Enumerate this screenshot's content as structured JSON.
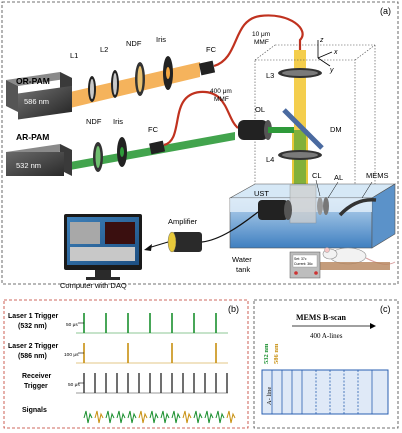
{
  "panel_a": {
    "label": "(a)",
    "or_pam": {
      "name": "OR-PAM",
      "laser": "586 nm",
      "lens1": "L1",
      "lens2": "L2",
      "ndf": "NDF",
      "iris": "Iris",
      "fc": "FC",
      "fiber": [
        "10 μm",
        "MMF"
      ]
    },
    "ar_pam": {
      "name": "AR-PAM",
      "laser": "532 nm",
      "ndf": "NDF",
      "iris": "Iris",
      "fc": "FC",
      "fiber": [
        "400 μm",
        "MMF"
      ]
    },
    "optics": {
      "l3": "L3",
      "l4": "L4",
      "ol": "OL",
      "dm": "DM",
      "cl": "CL",
      "al": "AL",
      "ust": "UST",
      "mems": "MEMS"
    },
    "axes": {
      "z": "z",
      "x": "x",
      "y": "y"
    },
    "amplifier": "Amplifier",
    "water_tank": [
      "Water",
      "tank"
    ],
    "computer": "Computer with DAQ",
    "controller": [
      "Set: 37c",
      "Current: 36c"
    ]
  },
  "panel_b": {
    "label": "(b)",
    "rows": [
      {
        "name": [
          "Laser 1 Trigger",
          "(532 nm)"
        ],
        "color": "#1a8f2e",
        "interval": "50 μs"
      },
      {
        "name": [
          "Laser 2 Trigger",
          "(586 nm)"
        ],
        "color": "#c89010",
        "interval": "100 μs"
      },
      {
        "name": [
          "Receiver",
          "Trigger"
        ],
        "color": "#333333",
        "interval": "50 μs"
      },
      {
        "name": [
          "Signals"
        ],
        "color": "#1a8f2e"
      }
    ]
  },
  "panel_c": {
    "label": "(c)",
    "title": "MEMS B-scan",
    "subtitle": "400 A-lines",
    "wl1": "532 nm",
    "wl2": "586 nm",
    "aline": "A- line"
  }
}
